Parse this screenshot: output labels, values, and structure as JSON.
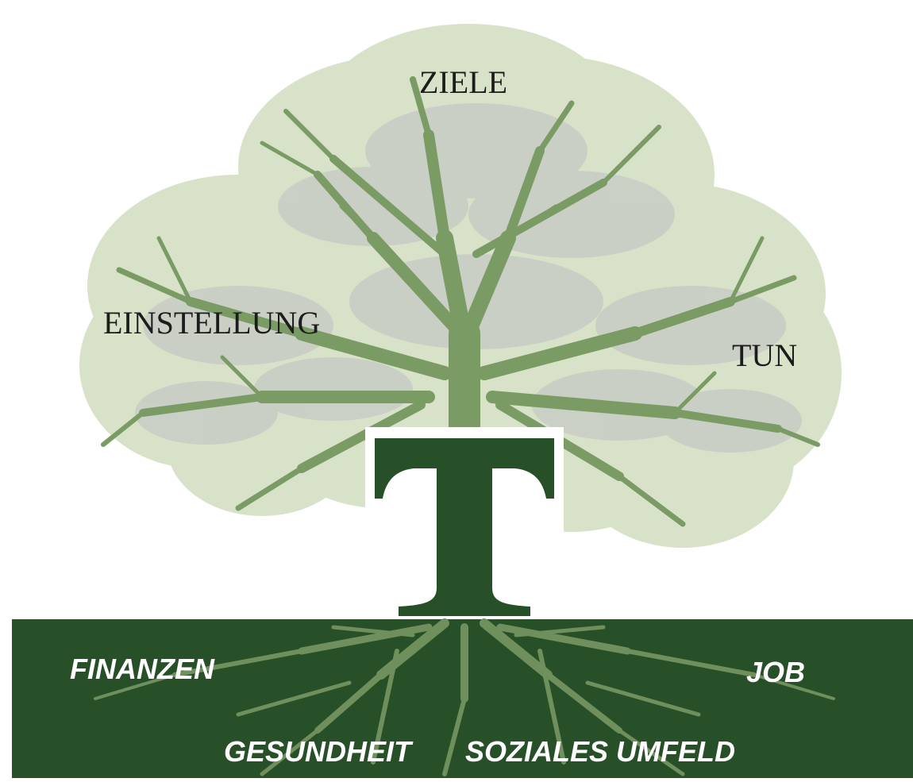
{
  "diagram": {
    "logo_letter": "T",
    "crown_labels": {
      "top": "ZIELE",
      "left": "EINSTELLUNG",
      "right": "TUN"
    },
    "root_labels": {
      "left": "FINANZEN",
      "right": "JOB",
      "bottom_left": "GESUNDHEIT",
      "bottom_right": "SOZIALES UMFELD"
    },
    "colors": {
      "foliage_light": "#d7e2c8",
      "foliage_grey": "#c6c9c4",
      "branch": "#7a9b63",
      "trunk_dark": "#285028",
      "ground": "#285028",
      "root": "#6f8f5c",
      "root_label_text": "#ffffff",
      "crown_label_text": "#1c1c1c"
    }
  }
}
